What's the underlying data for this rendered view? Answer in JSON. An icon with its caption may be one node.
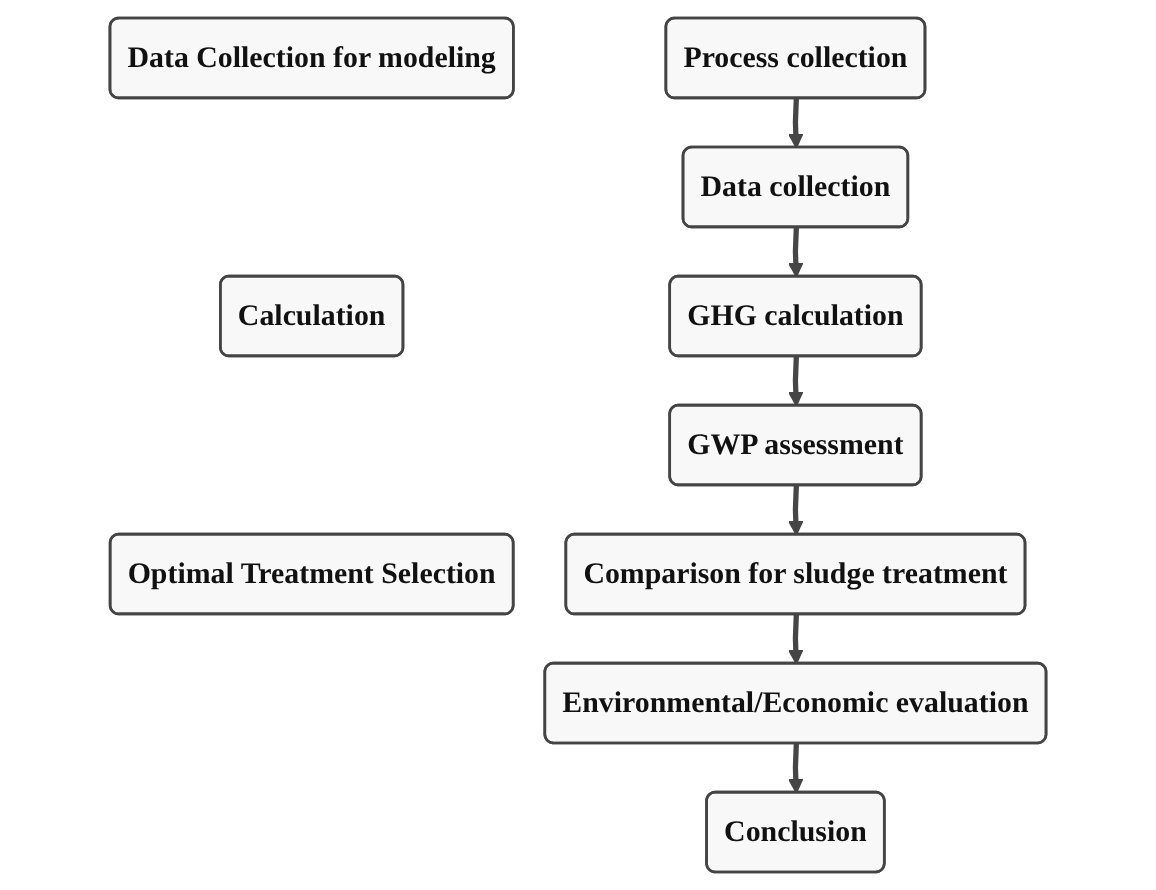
{
  "diagram": {
    "nodes": [
      {
        "text": [
          "Data Collection for modeling"
        ]
      },
      {
        "text": [
          "Process collection"
        ]
      },
      {
        "text": [
          "Data collection"
        ]
      },
      {
        "text": [
          "Calculation"
        ]
      },
      {
        "text": [
          "GHG calculation"
        ]
      },
      {
        "text": [
          "GWP assessment"
        ]
      },
      {
        "text": [
          "Optimal Treatment Selection"
        ]
      },
      {
        "text": [
          "Comparison for sludge treatment"
        ]
      },
      {
        "text": [
          "Environmental/Economic evaluation"
        ]
      },
      {
        "text": [
          "Conclusion"
        ]
      }
    ],
    "edges": [
      {
        "from": 1,
        "to": 2,
        "arrow": "to"
      },
      {
        "from": 2,
        "to": 4,
        "arrow": "to"
      },
      {
        "from": 4,
        "to": 5,
        "arrow": "to"
      },
      {
        "from": 5,
        "to": 7,
        "arrow": "to"
      },
      {
        "from": 7,
        "to": 8,
        "arrow": "to"
      },
      {
        "from": 8,
        "to": 9,
        "arrow": "to"
      }
    ]
  }
}
